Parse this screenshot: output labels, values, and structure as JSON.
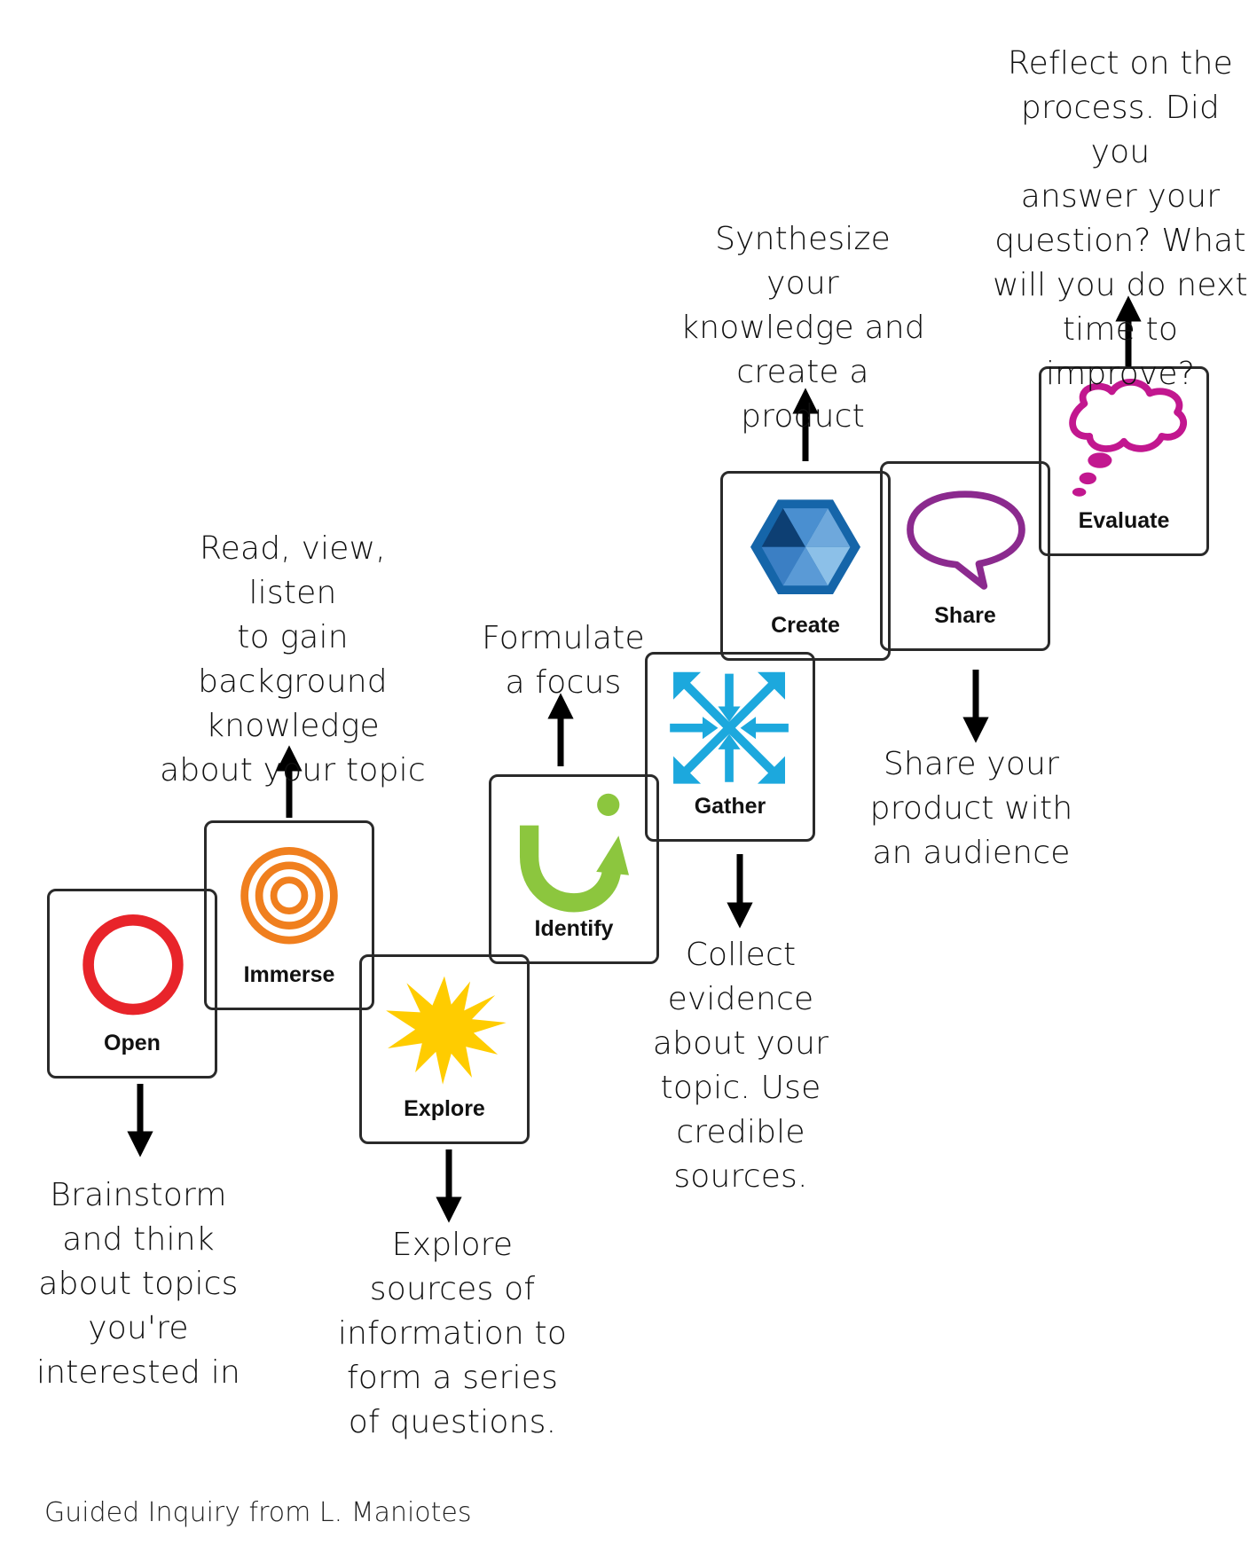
{
  "stages": [
    {
      "label": "Open",
      "desc": "Brainstorm\nand think\nabout topics\nyou're\ninterested in",
      "icon": "open-ring-icon"
    },
    {
      "label": "Immerse",
      "desc": "Read, view, listen\nto gain\nbackground\nknowledge\nabout your topic",
      "icon": "immerse-target-icon"
    },
    {
      "label": "Explore",
      "desc": "Explore\nsources of\ninformation to\nform a series\nof questions.",
      "icon": "explore-starburst-icon"
    },
    {
      "label": "Identify",
      "desc": "Formulate\na focus",
      "icon": "identify-u-arrow-icon"
    },
    {
      "label": "Gather",
      "desc": "Collect\nevidence\nabout your\ntopic. Use\ncredible\nsources.",
      "icon": "gather-arrows-icon"
    },
    {
      "label": "Create",
      "desc": "Synthesize your\nknowledge and\ncreate a\nproduct",
      "icon": "create-hexagon-icon"
    },
    {
      "label": "Share",
      "desc": "Share your\nproduct with\nan audience",
      "icon": "share-speech-bubble-icon"
    },
    {
      "label": "Evaluate",
      "desc": "Reflect on the\nprocess. Did you\nanswer your\nquestion? What\nwill you do next\ntime to improve?",
      "icon": "evaluate-thought-bubble-icon"
    }
  ],
  "footer": "Guided Inquiry from L. Maniotes",
  "colors": {
    "open": "#e8242a",
    "immerse": "#f07f1e",
    "explore": "#ffcc00",
    "identify": "#8cc63e",
    "gather": "#1ca8dd",
    "create": "#1565a9",
    "share": "#8b2a8e",
    "evaluate": "#c2178f"
  }
}
